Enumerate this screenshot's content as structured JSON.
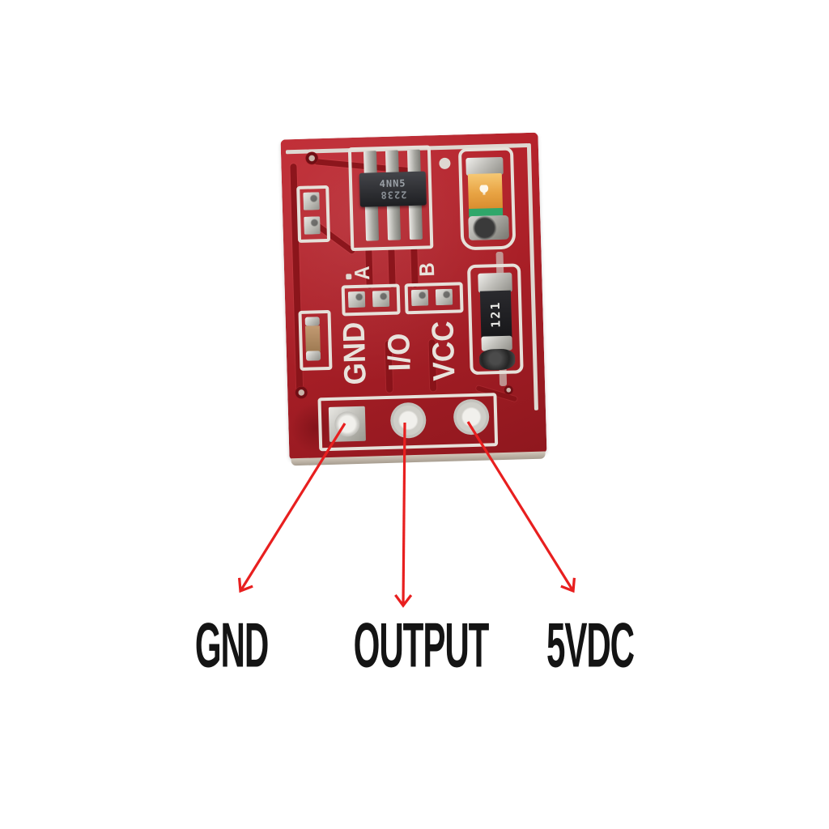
{
  "board": {
    "ic": {
      "marking_line1": "4NN5",
      "marking_line2": "2238"
    },
    "resistor": {
      "marking": "121"
    },
    "jumpers": {
      "a": "A",
      "b": "B"
    },
    "silk_pins": {
      "gnd": "GND",
      "io": "I/O",
      "vcc": "VCC"
    }
  },
  "annotations": {
    "pins": [
      {
        "silk": "GND",
        "label": "GND"
      },
      {
        "silk": "I/O",
        "label": "OUTPUT"
      },
      {
        "silk": "VCC",
        "label": "5VDC"
      }
    ]
  },
  "colors": {
    "pcb_red": "#ac2028",
    "pcb_trace_dark": "#871319",
    "silkscreen_white": "#e6e1da",
    "arrow_red": "#e81f1f",
    "label_black": "#141414",
    "led_body_amber": "#e8a343",
    "led_stripe_green": "#2fa76a",
    "capacitor_tan": "#b08a64",
    "ic_black": "#1e1f22"
  }
}
